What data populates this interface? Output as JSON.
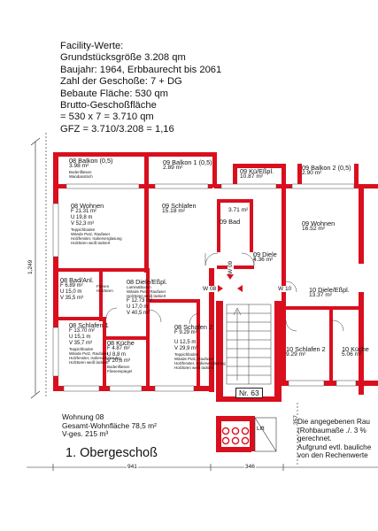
{
  "facts": {
    "heading": "Facility-Werte:",
    "plot": "Grundstücksgröße 3.208 qm",
    "year": "Baujahr: 1964, Erbbaurecht bis 2061",
    "floors": "Zahl der Geschoße: 7 + DG",
    "built_area": "Bebaute Fläche: 530 qm",
    "gross_label": "Brutto-Geschoßfläche",
    "gross_calc": "= 530 x 7 = 3.710 qm",
    "gfz": "GFZ = 3.710/3.208 = 1,16"
  },
  "rooms": {
    "balkon08": {
      "name": "08 Balkon (0,5)",
      "area": "3.98 m²",
      "d1": "Bodenfliesen",
      "d2": "Wandanstrich"
    },
    "balkon09_1": {
      "name": "09 Balkon 1 (0,5)",
      "area": "2.89 m²"
    },
    "kue09": {
      "name": "09 Kü/Eßpl.",
      "area": "10.87 m²"
    },
    "balkon09_2": {
      "name": "09 Balkon 2 (0,5)",
      "area": "2.90 m²"
    },
    "wohnen08": {
      "name": "08 Wohnen",
      "area": "F 21.31 m²",
      "u": "U 19,8 m",
      "v": "V 52,3 m³",
      "d1": "Teppichboden",
      "d2": "Wände Putz, Raufaser",
      "d3": "Holzfenster, Isolierverglasung",
      "d4": "Holztüren weiß lackiert"
    },
    "schlafen09": {
      "name": "09 Schlafen",
      "area": "15.18 m²"
    },
    "bad09_area": "3.71 m²",
    "bad09": {
      "name": "09 Bad"
    },
    "wohnen09": {
      "name": "09 Wohnen",
      "area": "16.52 m²"
    },
    "diele09": {
      "name": "09 Diele",
      "area": "4.36 m²"
    },
    "bad08": {
      "name": "08 Bad/Anl.",
      "area": "F 6.89 m²",
      "u": "U 15,0 m",
      "v": "V 35,5 m³",
      "d1": "Fliesen",
      "d2": "Holztüren"
    },
    "diele08": {
      "name": "08 Diele/Eßpl.",
      "d1": "Laminatboden",
      "d2": "Wände Putz, Raufaser",
      "d3": "Holztüren weiß lackiert",
      "area": "F 12.73 m²",
      "u": "U 17,0 m",
      "v": "V 40,5 m³"
    },
    "diele10": {
      "name": "10 Diele/Eßpl.",
      "area": "13.37 m²"
    },
    "schlafen08_1": {
      "name": "08 Schlafen 1",
      "area": "F 13.70 m²",
      "u": "U 15,1 m",
      "v": "V 35,7 m³",
      "d1": "Teppichboden",
      "d2": "Wände Putz, Raufaser",
      "d3": "Holzfenster, Isolierverglasung",
      "d4": "Holztüren weiß lackiert"
    },
    "kueche08": {
      "name": "08 Küche",
      "area": "F 4.87 m²",
      "u": "U 8,8 m",
      "v": "V 20,6 m³",
      "d1": "Bodenfliesen",
      "d2": "Fliesenspiegel"
    },
    "schlafen08_2": {
      "name": "08 Schafen 2",
      "area": "F 9.29 m²",
      "u": "U 12,5 m",
      "v": "V 29,9 m³",
      "d1": "Teppichboden",
      "d2": "Wände Putz, Raufaser",
      "d3": "Holzfenster, Isolierverglasung",
      "d4": "Holztüren weiß lackiert"
    },
    "schlafen10_2": {
      "name": "10 Schlafen 2",
      "area": "9.29 m²"
    },
    "kueche10": {
      "name": "10 Küche",
      "area": "5.06 m²"
    }
  },
  "tags": {
    "w08": "W 08",
    "w09": "W 09",
    "w10": "W 10",
    "nr": "Nr. 63",
    "lift": "Lift"
  },
  "dims": {
    "height": "1,249",
    "width_left": "941",
    "width_right": "346",
    "stair": "357"
  },
  "summary": {
    "title": "Wohnung 08",
    "area": "Gesamt-Wohnfläche 78,5 m²",
    "volume": "V-ges. 215 m³"
  },
  "floor_name": "1. Obergeschoß",
  "note": {
    "l1": "Die angegebenen Rau",
    "l2": "(Rohbaumaße ./. 3 %",
    "l3": "gerechnet.",
    "l4": "Aufgrund evtl. bauliche",
    "l5": "von den Rechenwerte"
  },
  "colors": {
    "wall": "#d90f1e",
    "dim": "#222222"
  }
}
